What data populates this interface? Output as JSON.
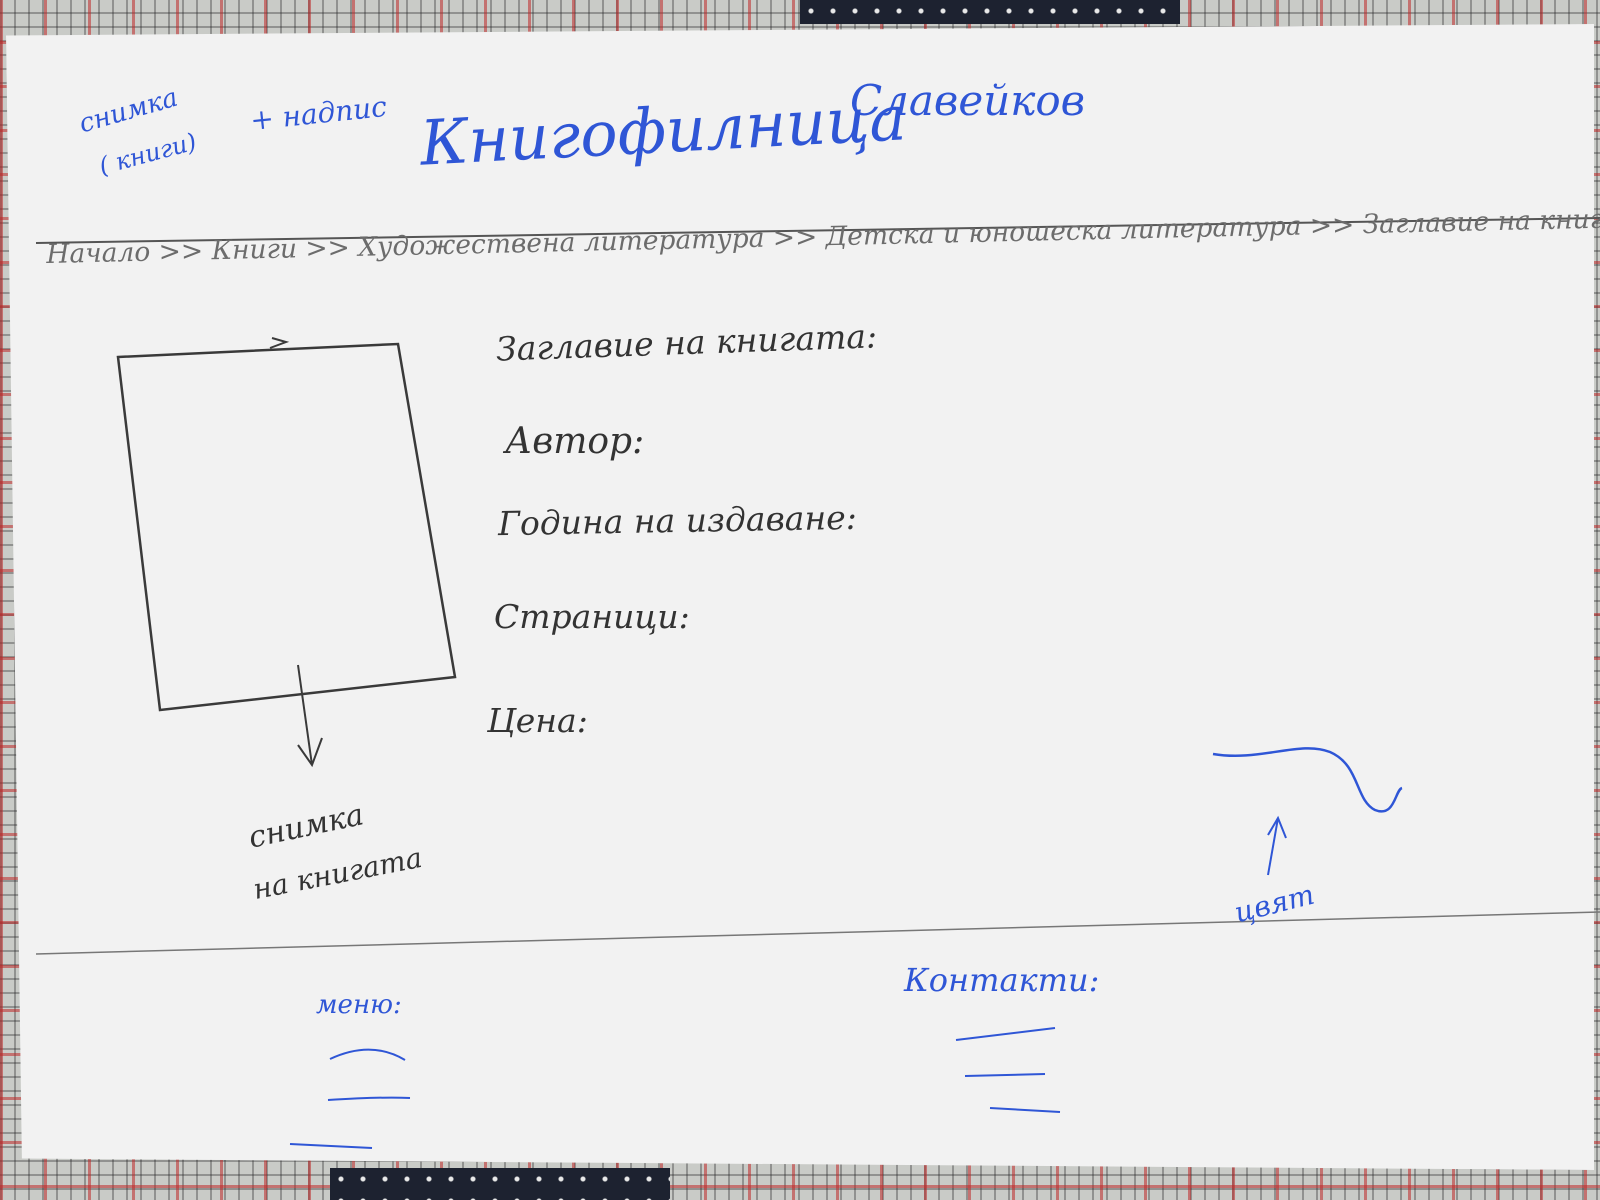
{
  "colors": {
    "pen_blue": "#2f56d6",
    "pencil_gray": "#6c6c6c",
    "ink_dark": "#333333",
    "paper": "#f2f2f2"
  },
  "header": {
    "logo_note_line1": "снимка",
    "logo_note_line2": "( книги)",
    "logo_note_plus": "+ надпис",
    "site_title": "Книгофилница",
    "site_subtitle": "Славейков"
  },
  "breadcrumb": {
    "text": "Начало >> Книги >> Художествена литература >> Детска и юношеска литература >> Заглавие на книга"
  },
  "book": {
    "title_label": "Заглавие на книгата:",
    "author_label": "Автор:",
    "year_label": "Година на издаване:",
    "pages_label": "Страници:",
    "price_label": "Цена:",
    "cover_note_line1": "снимка",
    "cover_note_line2": "на книгата",
    "color_note": "цвят"
  },
  "footer": {
    "menu_label": "меню:",
    "contacts_label": "Контакти:"
  }
}
